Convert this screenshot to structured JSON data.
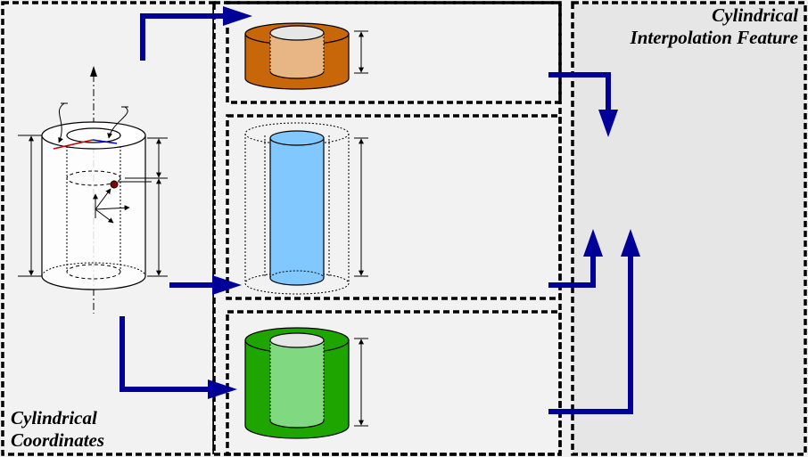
{
  "labels": {
    "left_line1": "Cylindrical",
    "left_line2": "Coordinates",
    "right_line1": "Cylindrical",
    "right_line2": "Interpolation Feature"
  },
  "colors": {
    "arrow": "#000099",
    "orange_cylinder": "#c8660a",
    "orange_inner": "#e8b584",
    "blue_cylinder": "#80c8ff",
    "green_cylinder": "#1fa500",
    "green_inner": "#80d880",
    "hole": "#e6e6e6",
    "point": "#8b0000",
    "radius_red": "#cc0000",
    "radius_blue": "#0000cc",
    "panel_background": "#f2f2f2",
    "feature_background": "#e6e6e6"
  }
}
